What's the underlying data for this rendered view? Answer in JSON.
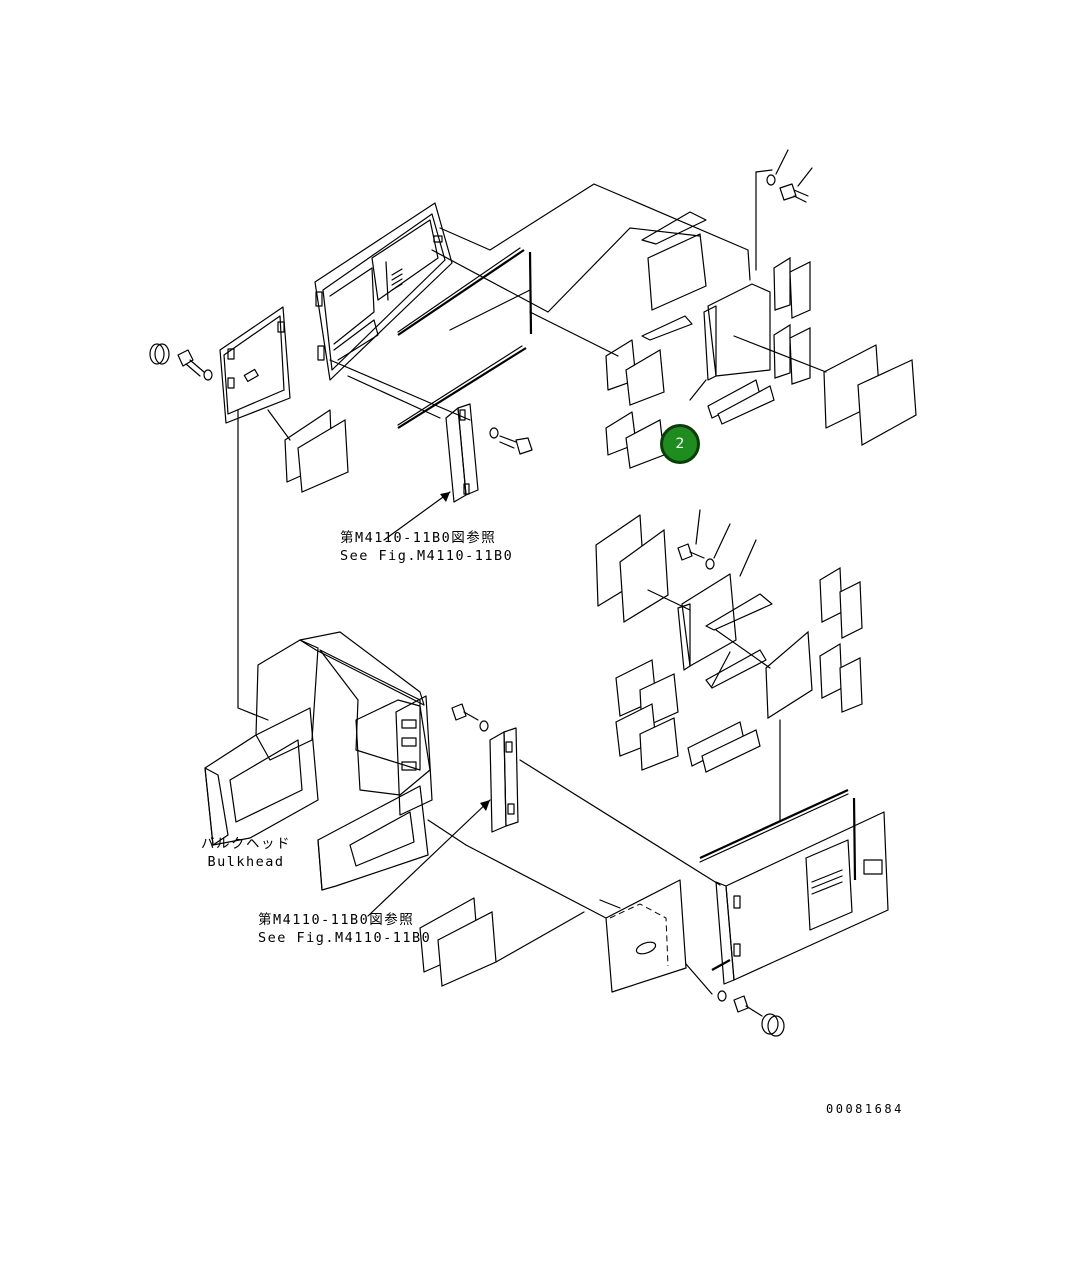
{
  "references": {
    "upper": {
      "jp": "第M4110-11B0図参照",
      "en": "See Fig.M4110-11B0"
    },
    "lower": {
      "jp": "第M4110-11B0図参照",
      "en": "See Fig.M4110-11B0"
    }
  },
  "bulkhead": {
    "jp": "バルクヘッド",
    "en": "Bulkhead"
  },
  "callout": {
    "number": "2",
    "color": "#1e8c1e"
  },
  "drawing_number": "00081684"
}
